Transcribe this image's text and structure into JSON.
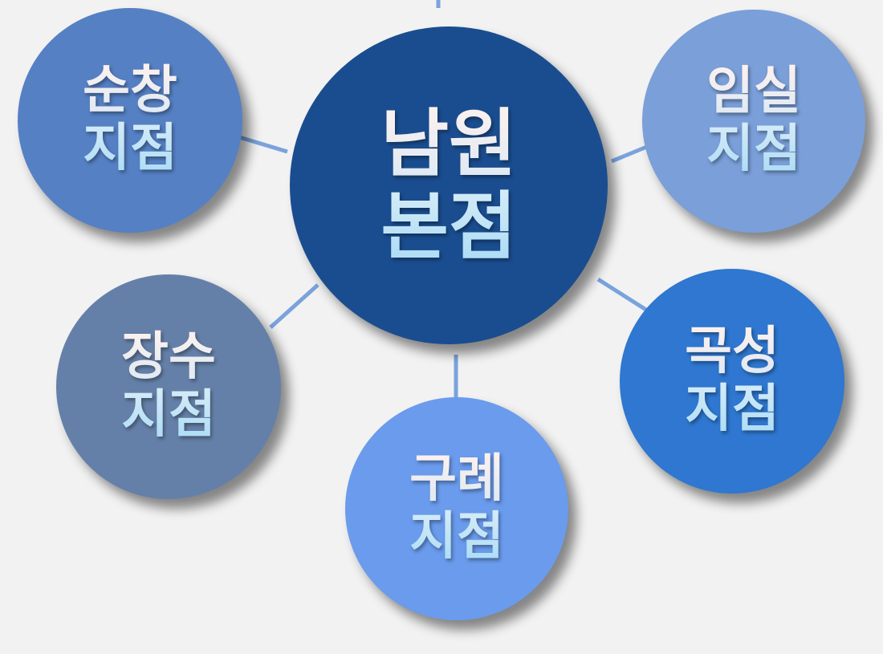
{
  "colors": {
    "line": "#7aa3dc",
    "center": "#1a4d8f",
    "sunchang": "#5580c4",
    "imsil": "#7a9fd9",
    "jangsu": "#6580a8",
    "gokseong": "#2f77d0",
    "gurye": "#6a9bec"
  },
  "center": {
    "line1": "남원",
    "line2": "본점"
  },
  "branches": [
    {
      "line1": "순창",
      "line2": "지점"
    },
    {
      "line1": "임실",
      "line2": "지점"
    },
    {
      "line1": "장수",
      "line2": "지점"
    },
    {
      "line1": "곡성",
      "line2": "지점"
    },
    {
      "line1": "구례",
      "line2": "지점"
    }
  ]
}
